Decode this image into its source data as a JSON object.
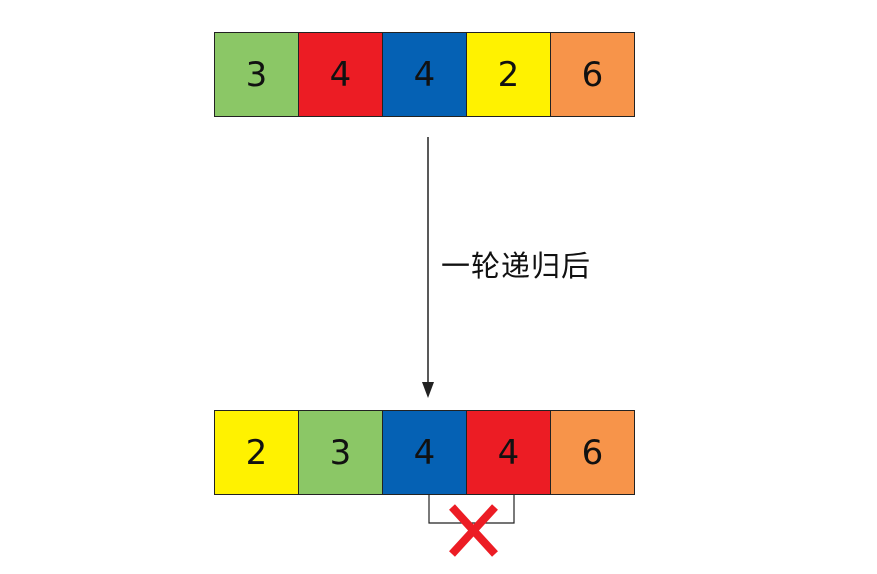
{
  "top_row": {
    "cells": [
      {
        "value": "3",
        "color": "#8bc766"
      },
      {
        "value": "4",
        "color": "#ec1c24"
      },
      {
        "value": "4",
        "color": "#0561b4"
      },
      {
        "value": "2",
        "color": "#fff200"
      },
      {
        "value": "6",
        "color": "#f7944a"
      }
    ]
  },
  "caption": "一轮递归后",
  "bottom_row": {
    "cells": [
      {
        "value": "2",
        "color": "#fff200"
      },
      {
        "value": "3",
        "color": "#8bc766"
      },
      {
        "value": "4",
        "color": "#0561b4"
      },
      {
        "value": "4",
        "color": "#ec1c24"
      },
      {
        "value": "6",
        "color": "#f7944a"
      }
    ]
  },
  "cross_mark": {
    "icon": "red-x-icon",
    "color": "#ec1c24"
  }
}
